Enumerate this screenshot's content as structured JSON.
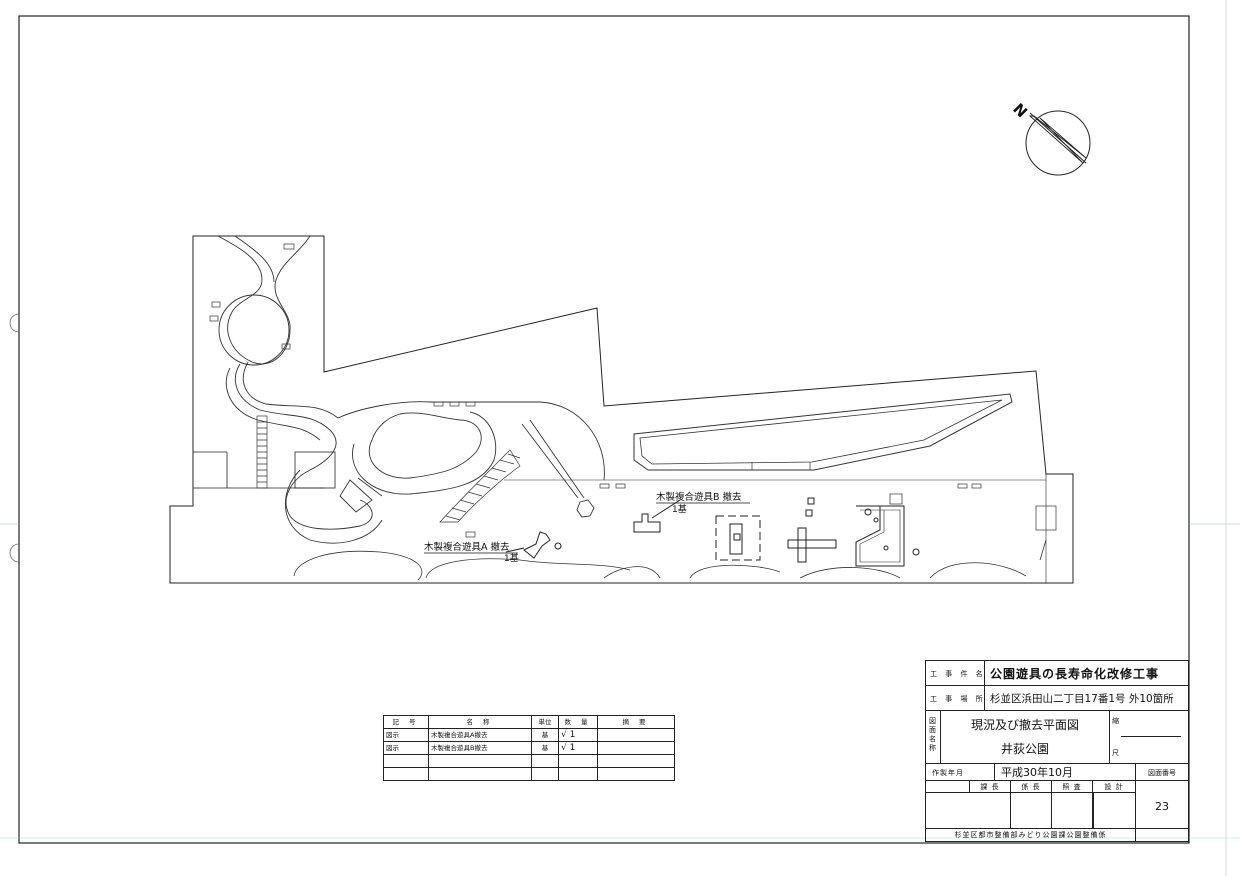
{
  "north_label": "N",
  "plan_labels": {
    "equip_b_title": "木製複合遊具B  撤去",
    "equip_b_count": "1基",
    "equip_a_title": "木製複合遊具A  撤去",
    "equip_a_count": "1基"
  },
  "legend": {
    "headers": [
      "記 号",
      "名 称",
      "単位",
      "数 量",
      "摘 要"
    ],
    "rows": [
      {
        "symbol": "図示",
        "name": "木製複合遊具A撤去",
        "unit": "基",
        "qty": "√ 1",
        "note": ""
      },
      {
        "symbol": "図示",
        "name": "木製複合遊具B撤去",
        "unit": "基",
        "qty": "√ 1",
        "note": ""
      }
    ]
  },
  "title_block": {
    "project_label": "工 事 件 名",
    "project_name": "公園遊具の長寿命化改修工事",
    "location_label": "工 事 場 所",
    "location": "杉並区浜田山二丁目17番1号 外10箇所",
    "drawing_label": "図面名称",
    "drawing_name": "現況及び撤去平面図",
    "park_name": "井荻公園",
    "scale_label_1": "縮",
    "scale_label_2": "尺",
    "date_label": "作製年月",
    "date": "平成30年10月",
    "number_label": "図面番号",
    "number": "23",
    "roles": [
      "課 長",
      "係 長",
      "照 査",
      "設 計"
    ],
    "org": "杉並区都市整備部みどり公園課公園整備係"
  }
}
